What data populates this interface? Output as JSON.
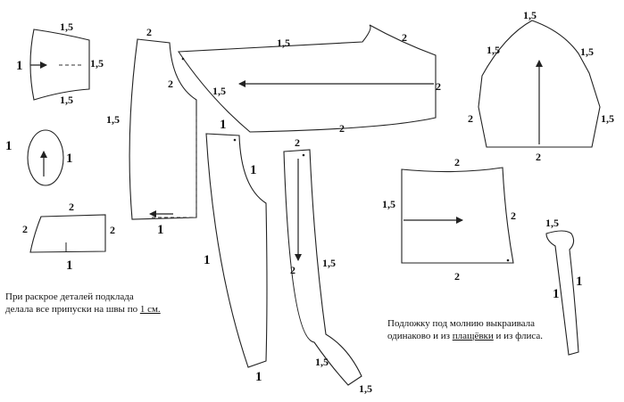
{
  "labels": {
    "collar_top": "1,5",
    "collar_right": "1,5",
    "collar_bottom": "1,5",
    "collar_left": "1",
    "oval_left": "1",
    "oval_right": "1",
    "cuff_top": "2",
    "cuff_left": "2",
    "cuff_right": "2",
    "cuff_bottom": "1",
    "front_top": "2",
    "front_neck": "2",
    "front_left": "1,5",
    "front_bottom": "1",
    "back_top": "1,5",
    "back_shoulder": "2",
    "back_inner": "1,5",
    "back_right": "2",
    "back_bottom": "2",
    "sleeve_top": "1,5",
    "sleeve_left": "1,5",
    "sleeve_right": "1,5",
    "sleeve_side_left": "2",
    "sleeve_side_right": "1,5",
    "sleeve_bottom": "2",
    "placket_top": "1",
    "placket_right": "1",
    "placket_left": "1",
    "placket_bottom": "1",
    "strip_top": "2",
    "strip_left": "2",
    "strip_right": "1,5",
    "strip_low_left": "1,5",
    "strip_bottom": "1,5",
    "pocket_top": "2",
    "pocket_left": "1,5",
    "pocket_right": "2",
    "pocket_bottom": "2",
    "zip_top": "1,5",
    "zip_left": "1",
    "zip_right": "1"
  },
  "notes": {
    "lining_line1": "При раскрое деталей подклада",
    "lining_line2_prefix": "делала все припуски на швы по ",
    "lining_line2_value": "1 см.",
    "zipper_line1": "Подложку под молнию выкраивала",
    "zipper_line2_prefix": "одинаково и из ",
    "zipper_line2_word": "плащёвки",
    "zipper_line2_suffix": " и из флиса."
  }
}
